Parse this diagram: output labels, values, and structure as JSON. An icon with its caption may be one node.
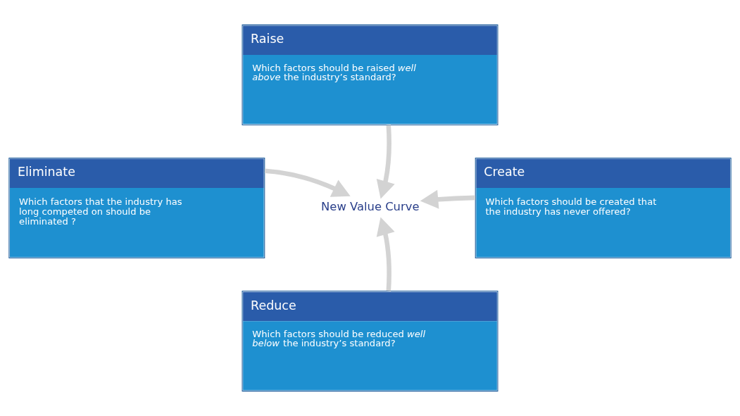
{
  "diagram": {
    "nodes": [
      {
        "text": [
          "Raise",
          "Which factors should be raised *well above* the industry’s standard?"
        ]
      },
      {
        "text": [
          "Eliminate",
          "Which factors that the industry has long competed on should be eliminated ?"
        ]
      },
      {
        "text": [
          "New Value Curve"
        ]
      },
      {
        "text": [
          "Create",
          "Which factors should be created that the industry has never offered?"
        ]
      },
      {
        "text": [
          "Reduce",
          "Which factors should be reduced *well below* the industry’s standard?"
        ]
      }
    ],
    "edges": [
      {
        "from": 0,
        "to": 2,
        "arrow": "to"
      },
      {
        "from": 1,
        "to": 2,
        "arrow": "to"
      },
      {
        "from": 3,
        "to": 2,
        "arrow": "to"
      },
      {
        "from": 4,
        "to": 2,
        "arrow": "to"
      }
    ]
  }
}
